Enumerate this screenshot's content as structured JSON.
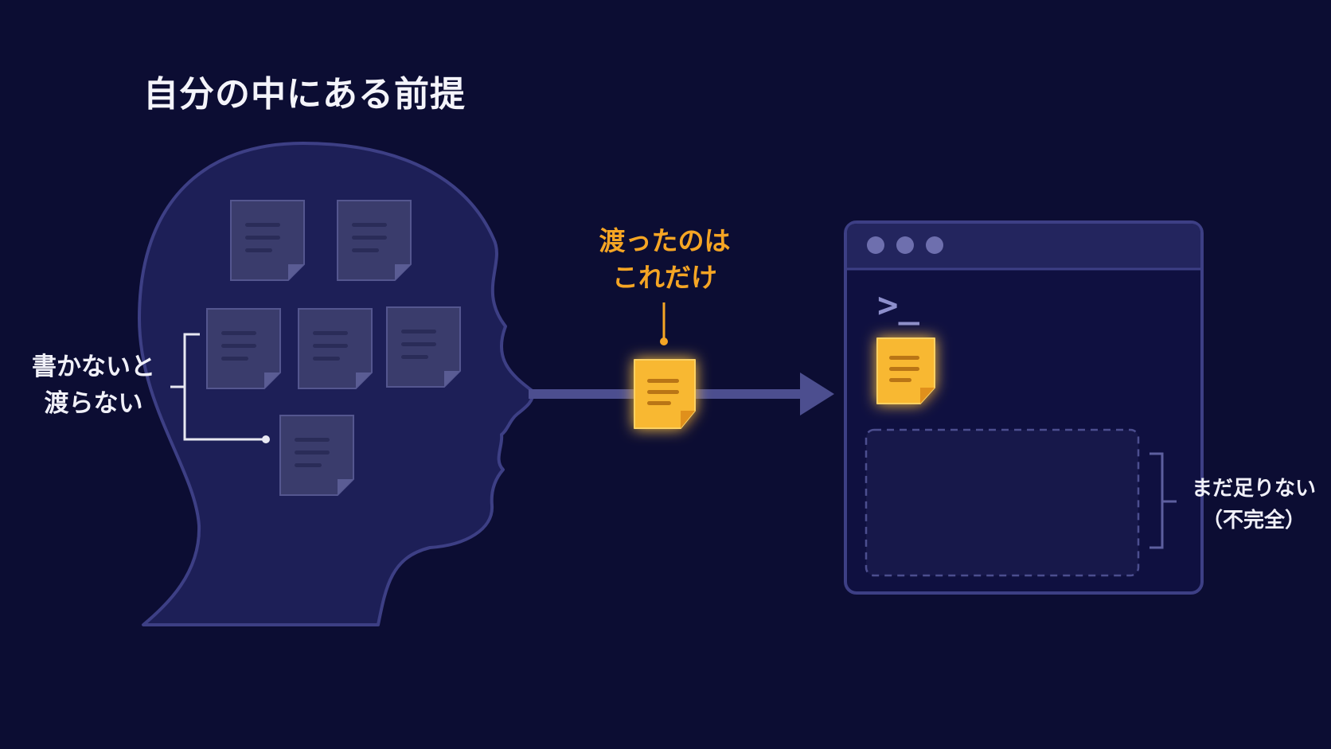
{
  "title": "自分の中にある前提",
  "left_note": {
    "line1": "書かないと",
    "line2": "渡らない"
  },
  "passed_note": {
    "line1": "渡ったのは",
    "line2": "これだけ"
  },
  "right_note": {
    "line1": "まだ足りない",
    "line2": "（不完全）"
  },
  "terminal": {
    "prompt": ">_"
  },
  "icons": {
    "head": "head-silhouette-icon",
    "note": "document-note-icon",
    "arrow": "arrow-right-icon",
    "window": "terminal-window-icon"
  },
  "colors": {
    "background": "#0c0d33",
    "head_fill": "#1d1f57",
    "outline": "#3d3f85",
    "note_gray": "#3a3c6c",
    "note_highlight": "#f8b830",
    "accent_text": "#f5a524",
    "window_dot": "#6e6fae"
  }
}
